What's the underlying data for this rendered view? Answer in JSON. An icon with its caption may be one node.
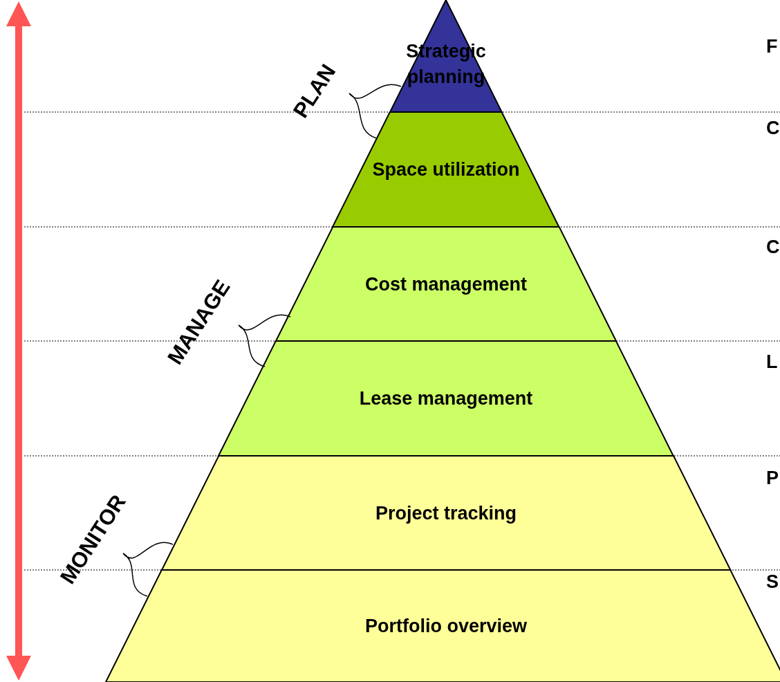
{
  "diagram": {
    "nodes": [
      {
        "text": [
          "Strategic planning"
        ]
      },
      {
        "text": [
          "Space utilization"
        ]
      },
      {
        "text": [
          "Cost management"
        ]
      },
      {
        "text": [
          "Lease management"
        ]
      },
      {
        "text": [
          "Project tracking"
        ]
      },
      {
        "text": [
          "Portfolio overview"
        ]
      },
      {
        "text": [
          "PLAN"
        ]
      },
      {
        "text": [
          "MANAGE"
        ]
      },
      {
        "text": [
          "MONITOR"
        ]
      }
    ],
    "edges": [],
    "labels": [
      "F",
      "C",
      "C",
      "L",
      "P",
      "S"
    ]
  }
}
